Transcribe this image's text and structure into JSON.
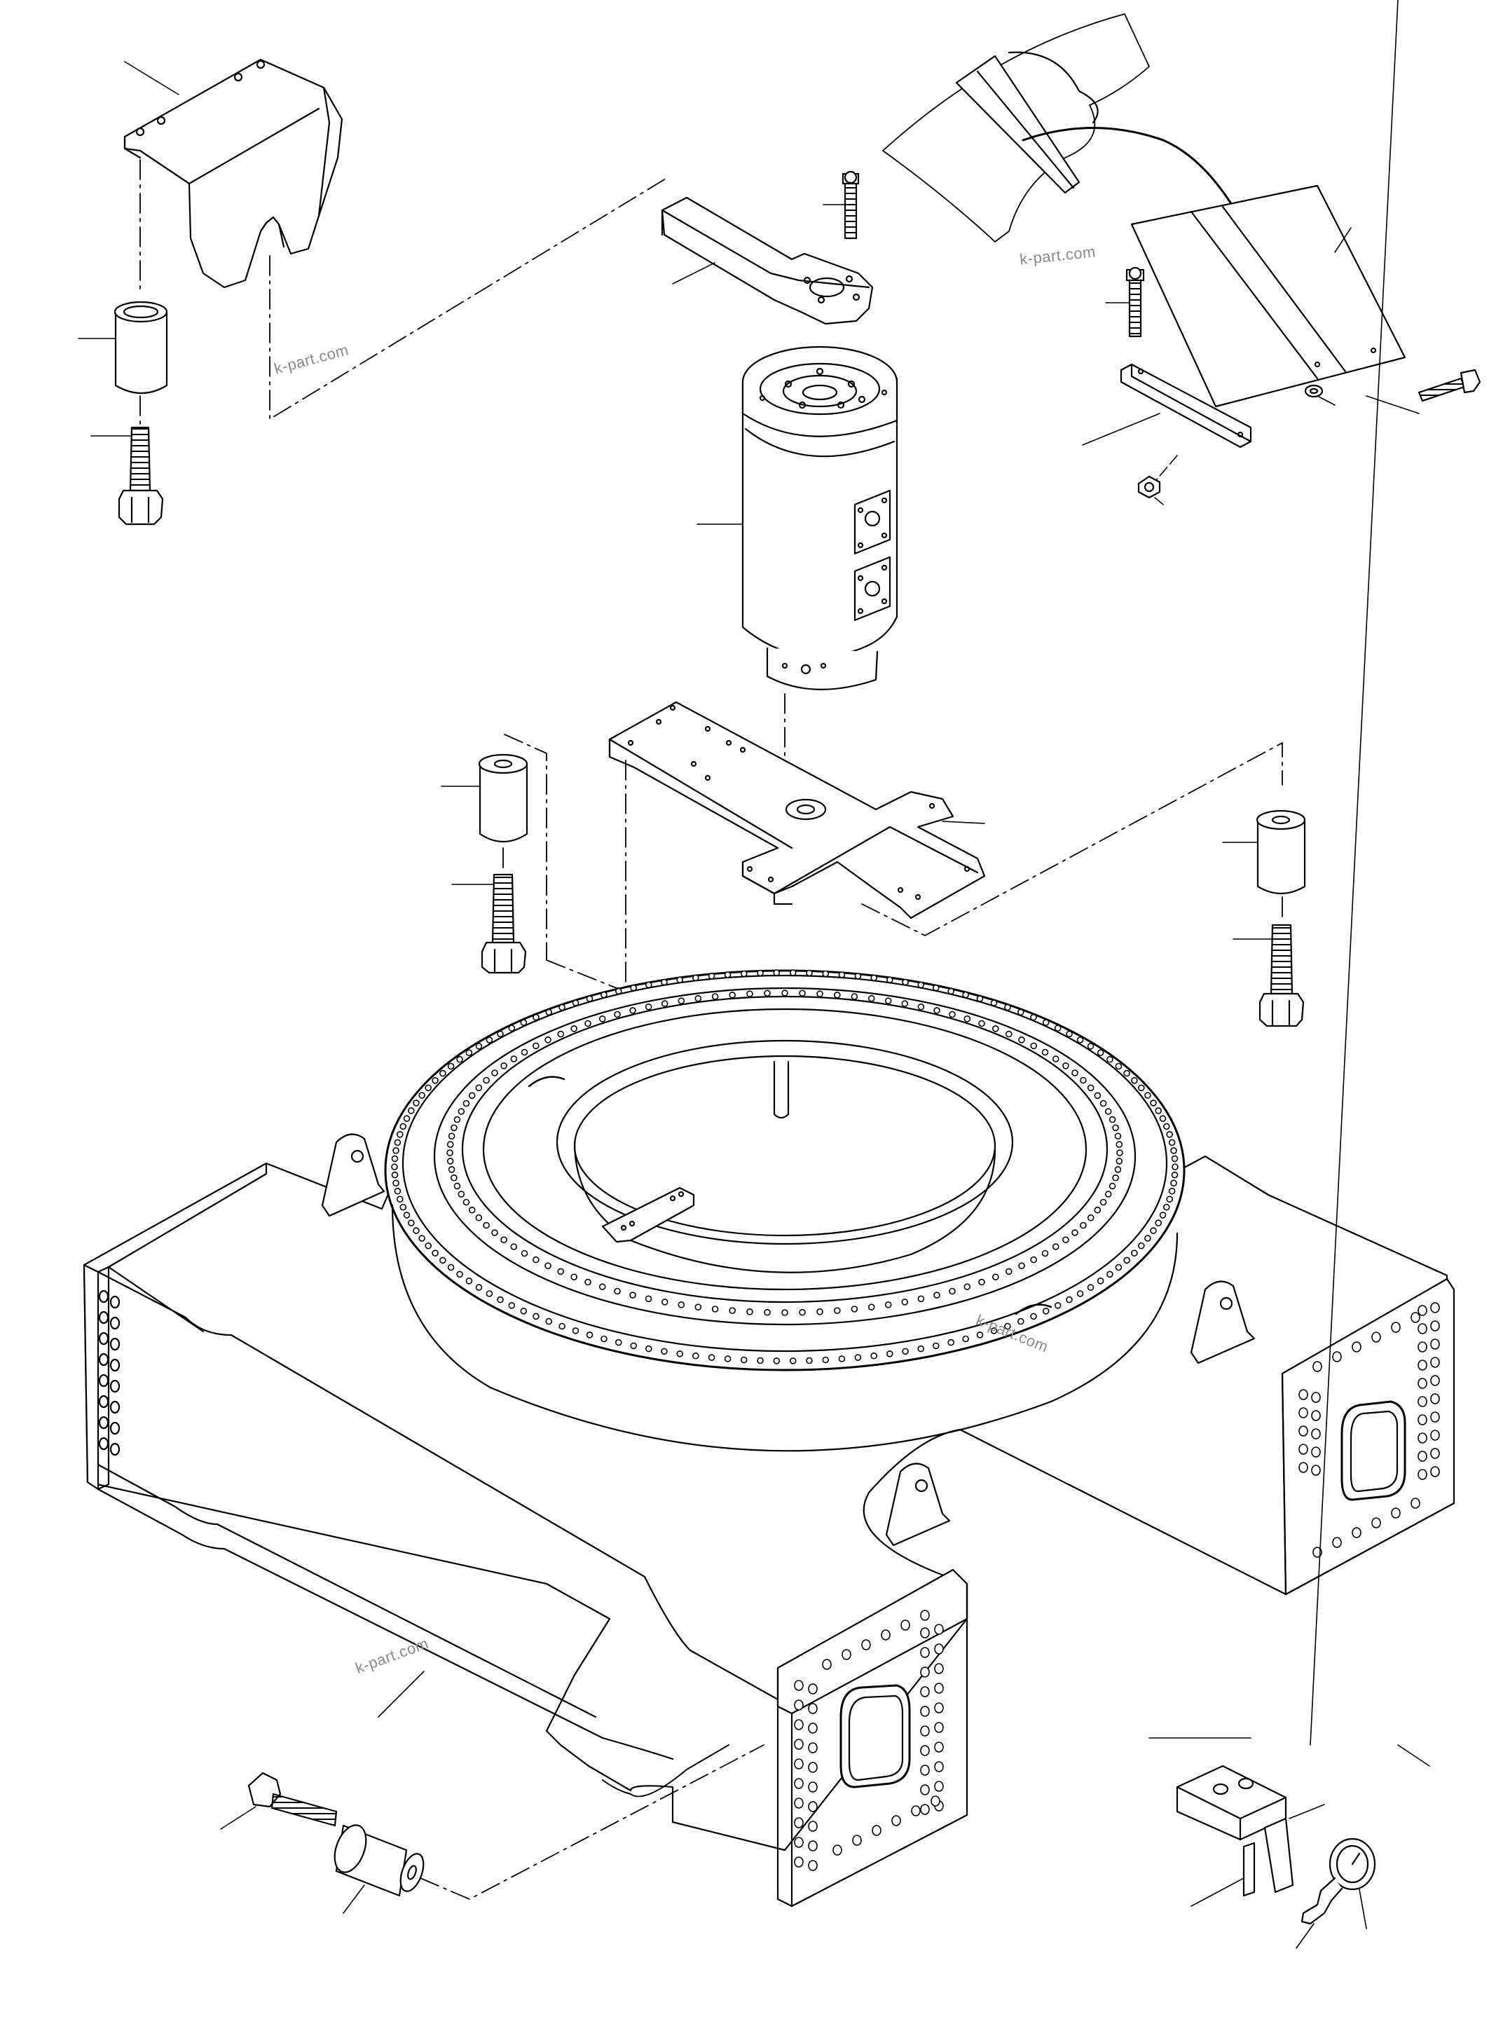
{
  "watermark": {
    "text": "k-part.com",
    "color": "#8a8a8a"
  },
  "colors": {
    "line": "#000000",
    "paper": "#ffffff",
    "watermark": "#8a8a8a"
  },
  "parts": [
    {
      "name": "mounting-bracket",
      "icon": "bracket-icon"
    },
    {
      "name": "bushing-sleeve",
      "icon": "sleeve-icon"
    },
    {
      "name": "hex-bolt",
      "icon": "bolt-icon"
    },
    {
      "name": "pivot-arm",
      "icon": "arm-icon"
    },
    {
      "name": "drive-motor",
      "icon": "motor-icon"
    },
    {
      "name": "cross-plate",
      "icon": "plate-icon"
    },
    {
      "name": "slewing-ring-base",
      "icon": "ring-base-icon"
    },
    {
      "name": "blade-plate",
      "icon": "blade-icon"
    },
    {
      "name": "flat-bar",
      "icon": "bar-icon"
    },
    {
      "name": "hex-nut",
      "icon": "nut-icon"
    },
    {
      "name": "pressure-gauge",
      "icon": "gauge-icon"
    },
    {
      "name": "clamp-block",
      "icon": "clamp-icon"
    }
  ]
}
